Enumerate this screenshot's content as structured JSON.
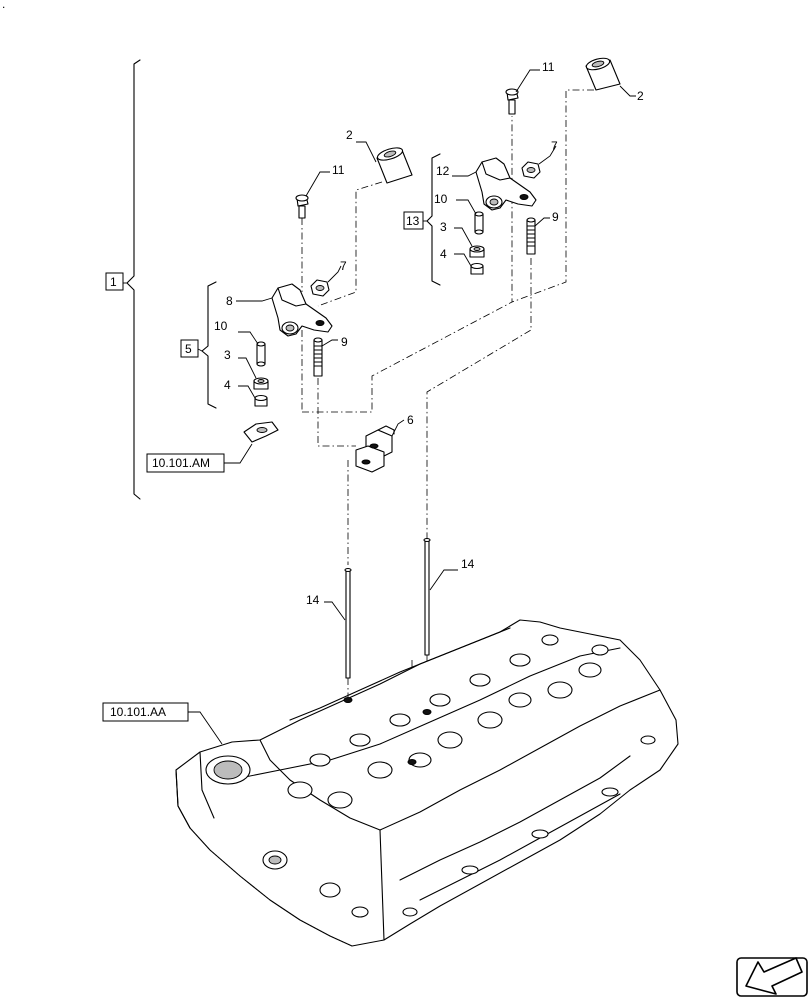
{
  "callouts": {
    "bracket_main": "1",
    "rocker_upper_2": "2",
    "rocker_lower_2": "2",
    "nut_lower_7": "7",
    "nut_upper_7": "7",
    "screw_upper_11": "11",
    "screw_lower_11": "11",
    "bracket_lower": "5",
    "bracket_upper": "13",
    "arm_lower_8": "8",
    "arm_upper_12": "12",
    "pin_lower_10": "10",
    "pin_upper_10": "10",
    "cap_lower_3": "3",
    "cap_upper_3": "3",
    "seat_lower_4": "4",
    "seat_upper_4": "4",
    "adjuster_lower_9": "9",
    "adjuster_upper_9": "9",
    "bridge_6": "6",
    "pushrod_left_14": "14",
    "pushrod_right_14": "14"
  },
  "references": {
    "ref_am": "10.101.AM",
    "ref_aa": "10.101.AA"
  },
  "icons": {
    "nav_arrow": "back-arrow-icon"
  },
  "corner_mark": "."
}
